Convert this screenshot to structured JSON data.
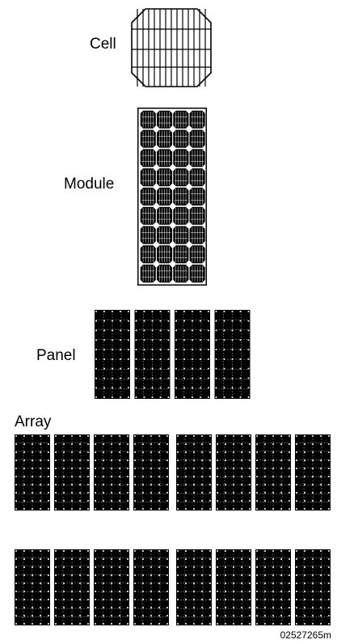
{
  "labels": {
    "cell": "Cell",
    "module": "Module",
    "panel": "Panel",
    "array": "Array"
  },
  "figure_id": "02527265m",
  "colors": {
    "ink": "#000000",
    "background": "#ffffff"
  }
}
